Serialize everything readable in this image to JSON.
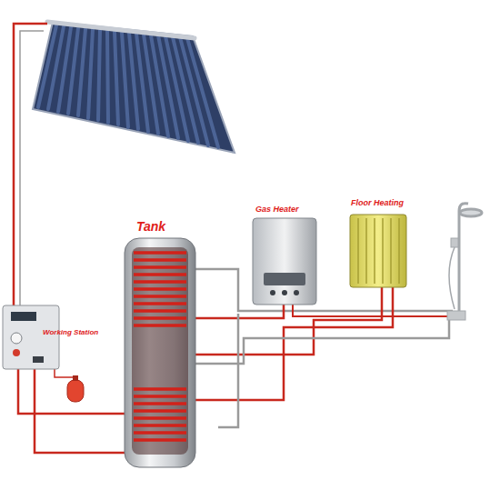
{
  "diagram": {
    "labels": [
      "Tank",
      "Gas Heater",
      "Floor Heating",
      "Working Station"
    ]
  }
}
